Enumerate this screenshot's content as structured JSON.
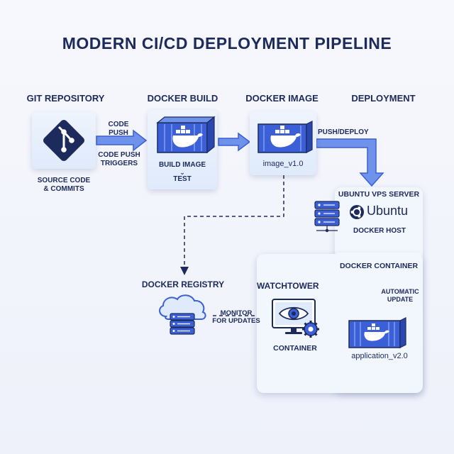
{
  "title": "MODERN CI/CD DEPLOYMENT PIPELINE",
  "columns": {
    "git": "GIT REPOSITORY",
    "build": "DOCKER BUILD",
    "image": "DOCKER IMAGE",
    "deploy": "DEPLOYMENT"
  },
  "git": {
    "caption_line1": "SOURCE CODE",
    "caption_line2": "& COMMITS"
  },
  "arrow1": {
    "top_line1": "CODE",
    "top_line2": "PUSH",
    "bottom_line1": "CODE PUSH",
    "bottom_line2": "TRIGGERS"
  },
  "build": {
    "line1": "BUILD IMAGE",
    "line2": "TEST"
  },
  "image": {
    "name": "image_v1.0"
  },
  "push_deploy": "PUSH/DEPLOY",
  "server": {
    "title": "UBUNTU VPS SERVER",
    "brand": "Ubuntu",
    "host": "DOCKER HOST",
    "container": "DOCKER CONTAINER",
    "auto_line1": "AUTOMATIC",
    "auto_line2": "UPDATE",
    "app": "application_v2.0"
  },
  "watchtower": {
    "title": "WATCHTOWER",
    "caption": "CONTAINER"
  },
  "registry": {
    "title": "DOCKER REGISTRY",
    "monitor_line1": "MONITOR",
    "monitor_line2": "FOR UPDATES"
  },
  "colors": {
    "navy": "#1d2a5c",
    "blue": "#3b5fd6",
    "light": "#dfeafb",
    "arrow": "#5a7fe0"
  }
}
